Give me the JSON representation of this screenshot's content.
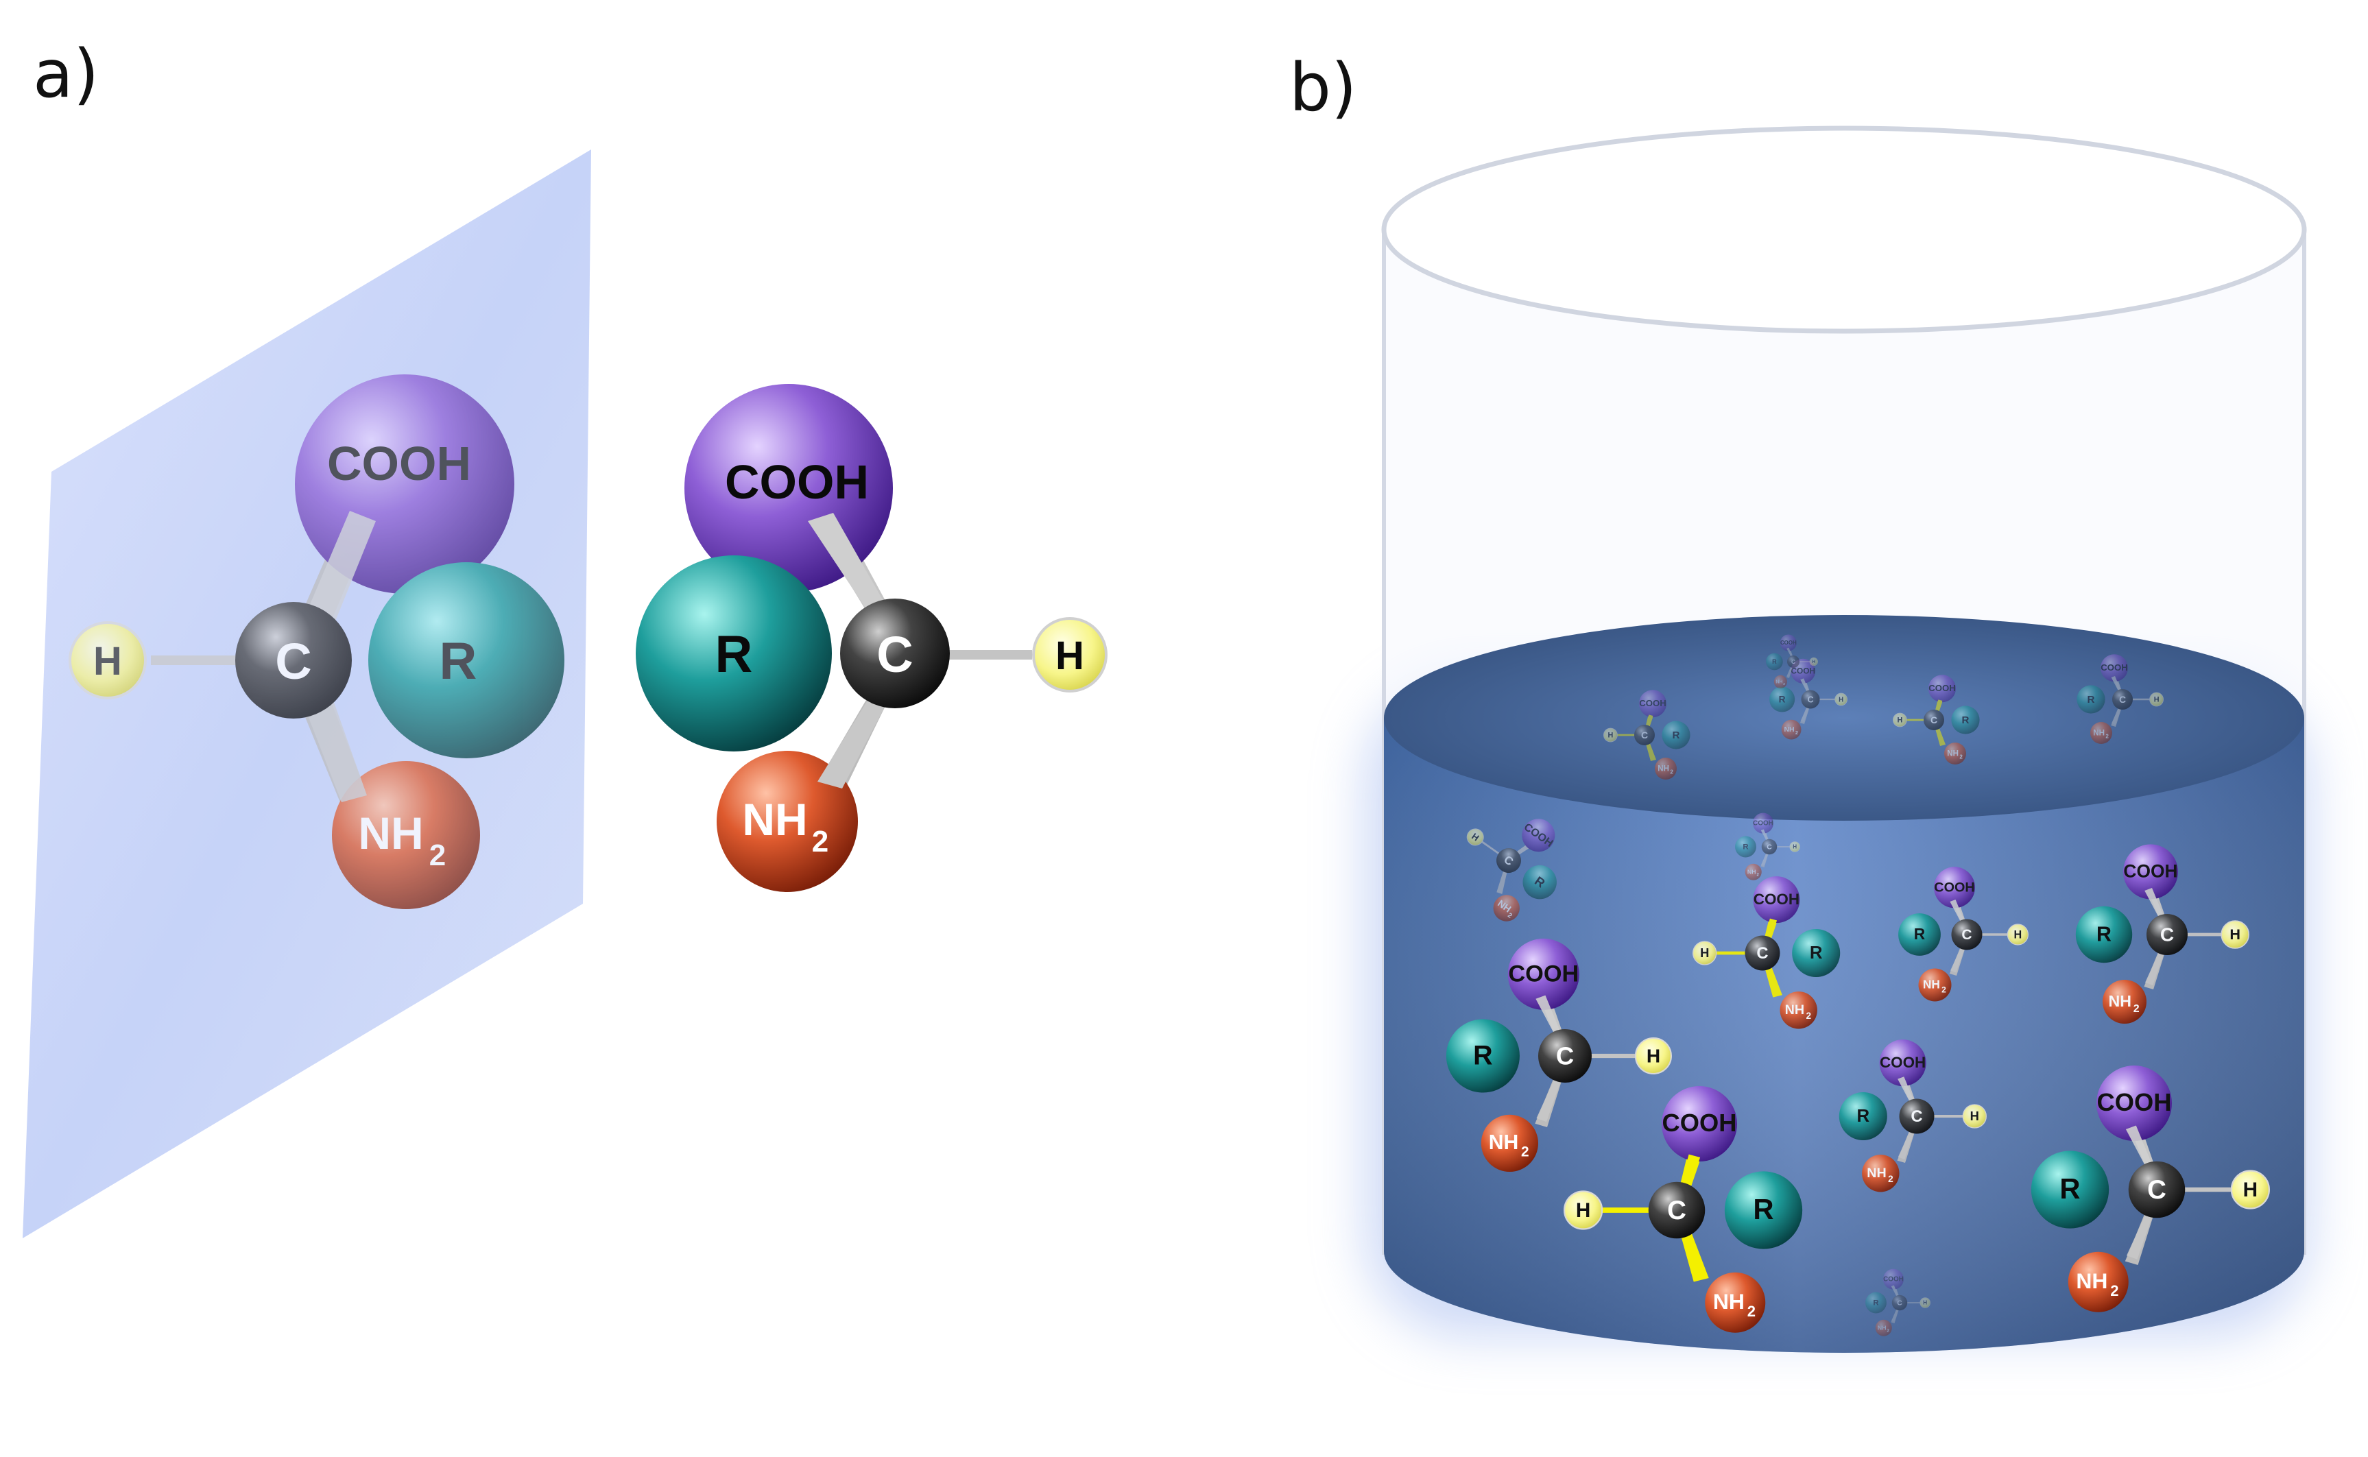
{
  "panels": {
    "a": {
      "label": "a)"
    },
    "b": {
      "label": "b)"
    }
  },
  "atoms": {
    "carboxyl": "COOH",
    "side_chain": "R",
    "carbon": "C",
    "hydrogen": "H",
    "amine_main": "NH",
    "amine_sub": "2"
  },
  "colors": {
    "cooh": "#7b4fc2",
    "r_group": "#1a9a9a",
    "carbon": "#333333",
    "hydrogen": "#f2f06a",
    "nh2": "#d9502a",
    "mirror_plane": "#b8c8f5",
    "liquid": "#4f77b3",
    "yellow_bond": "#f4f000"
  },
  "beaker_molecules": [
    {
      "id": "m1",
      "type": "left"
    },
    {
      "id": "m2",
      "type": "left"
    },
    {
      "id": "m3",
      "type": "yellow"
    },
    {
      "id": "m4",
      "type": "left"
    },
    {
      "id": "m5",
      "type": "left"
    },
    {
      "id": "m6",
      "type": "right"
    },
    {
      "id": "m7",
      "type": "yellow"
    },
    {
      "id": "m8",
      "type": "left"
    },
    {
      "id": "m9",
      "type": "left"
    },
    {
      "id": "m10",
      "type": "left"
    },
    {
      "id": "m11",
      "type": "left"
    },
    {
      "id": "m12",
      "type": "yellow"
    },
    {
      "id": "m13",
      "type": "left"
    },
    {
      "id": "m14",
      "type": "left"
    },
    {
      "id": "m15",
      "type": "right"
    },
    {
      "id": "m16",
      "type": "right"
    },
    {
      "id": "m17",
      "type": "right"
    }
  ]
}
